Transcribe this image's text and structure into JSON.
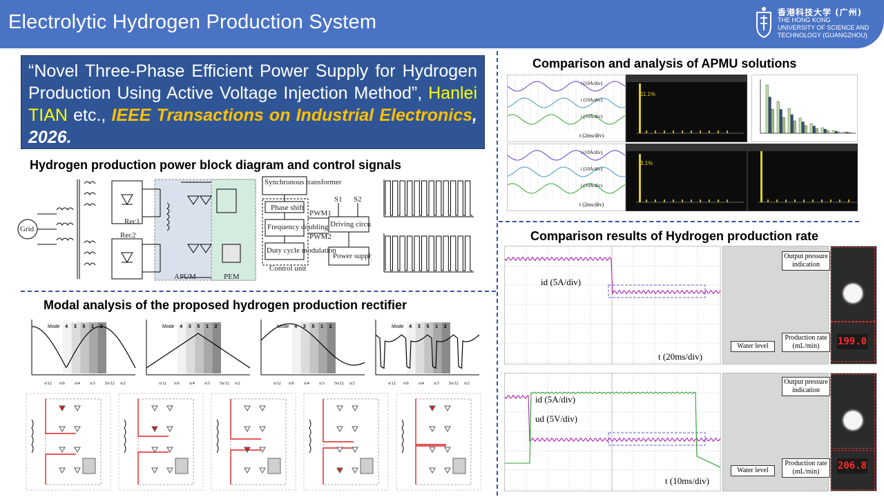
{
  "header": {
    "title": "Electrolytic Hydrogen Production System",
    "logo": {
      "chinese": "香港科技大学 (广州)",
      "english_line1": "THE HONG KONG",
      "english_line2": "UNIVERSITY OF SCIENCE AND",
      "english_line3": "TECHNOLOGY (GUANGZHOU)"
    }
  },
  "citation": {
    "paper_title": "“Novel Three-Phase Efficient Power Supply for Hydrogen Production Using Active Voltage Injection Method”,",
    "author": "Hanlei TIAN",
    "etc": "etc.,",
    "journal": "IEEE Transactions on Industrial Electronics",
    "year": ", 2026."
  },
  "sections": {
    "block_diagram": "Hydrogen production power block diagram and control signals",
    "modal_analysis": "Modal analysis of the proposed hydrogen production rectifier",
    "apmu_comparison": "Comparison and analysis of APMU solutions",
    "production_rate": "Comparison results of Hydrogen production rate"
  },
  "block_diagram": {
    "grid": "Grid",
    "rec1": "Rec1",
    "rec2": "Rec2",
    "apum": "APUM",
    "pem": "PEM",
    "control": {
      "sync": "Synchronous transformer",
      "phase_shift": "Phase shift",
      "freq_doubling": "Frequency doubling",
      "duty": "Duty cycle modulation",
      "control_unit": "Control unit",
      "driving": "Driving circuit",
      "power": "Power supply",
      "pwm1": "PWM1",
      "pwm2": "PWM2",
      "s1": "S1",
      "s2": "S2"
    }
  },
  "modal": {
    "mode_label": "Mode",
    "modes": [
      "4",
      "3",
      "5",
      "1",
      "2"
    ],
    "x_ticks": [
      "π/12",
      "π/6",
      "π/4",
      "π/3",
      "5π/12",
      "π/2"
    ]
  },
  "apmu": {
    "thd_values": [
      "11.1%",
      "3.1%"
    ],
    "time_label": "t (2ms/div)",
    "channel_label": "i (10A/div)"
  },
  "production": {
    "top_current": "id (5A/div)",
    "top_time": "t (20ms/div)",
    "bottom_current": "id (5A/div)",
    "bottom_voltage": "ud (5V/div)",
    "bottom_time": "t (10ms/div)",
    "pressure_label": "Output pressure indication",
    "water_label": "Water level",
    "rate_label": "Production rate (mL/min)",
    "rate_top": "199.0",
    "rate_bottom": "206.8"
  }
}
